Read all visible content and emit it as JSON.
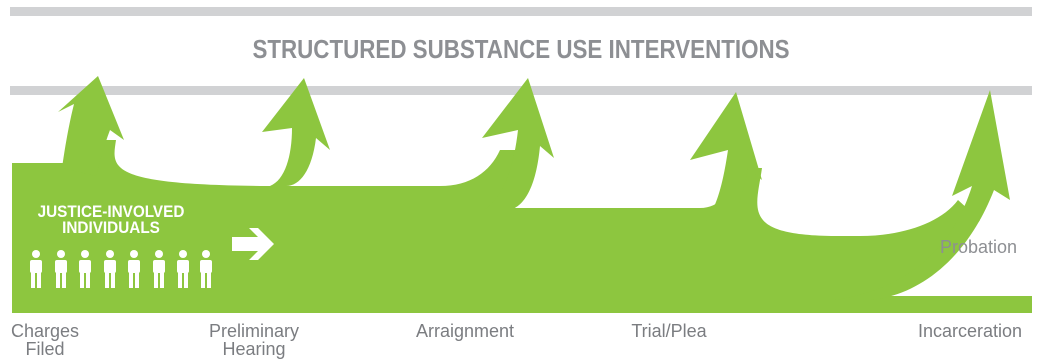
{
  "header": {
    "title": "STRUCTURED SUBSTANCE USE INTERVENTIONS"
  },
  "group": {
    "line1": "JUSTICE-INVOLVED",
    "line2": "INDIVIDUALS",
    "figure_count": 8
  },
  "stages": [
    {
      "line1": "Charges",
      "line2": "Filed"
    },
    {
      "line1": "Preliminary",
      "line2": "Hearing"
    },
    {
      "line1": "Arraignment",
      "line2": ""
    },
    {
      "line1": "Trial/Plea",
      "line2": ""
    },
    {
      "line1": "Incarceration",
      "line2": ""
    }
  ],
  "outcome": {
    "probation": "Probation"
  },
  "colors": {
    "flow": "#8dc63f",
    "bar": "#d1d2d4",
    "text": "#8d8f93"
  }
}
